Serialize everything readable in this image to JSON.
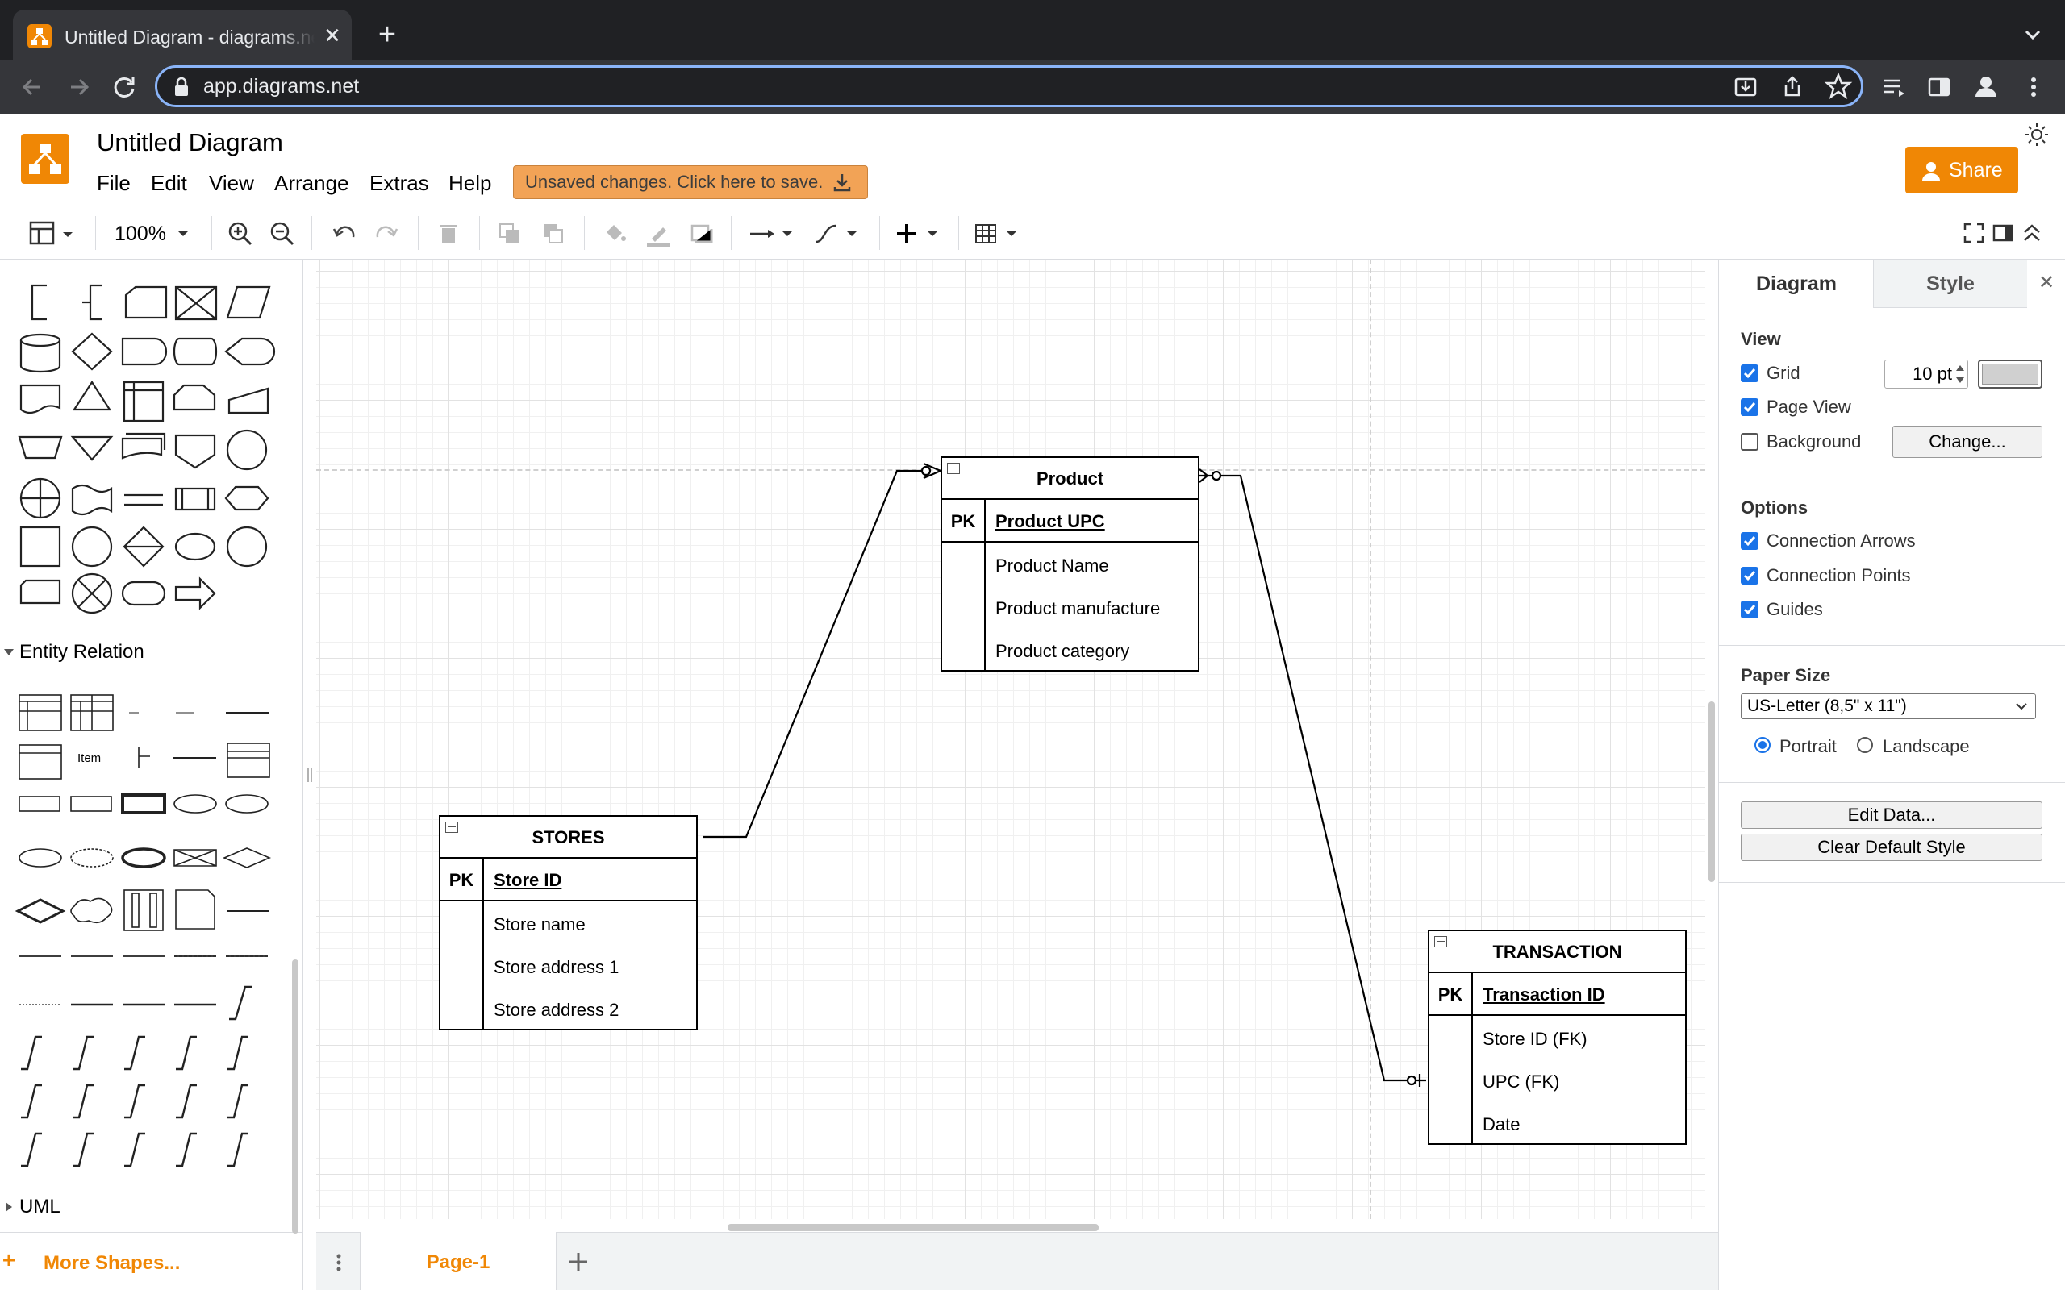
{
  "browser": {
    "tab_title": "Untitled Diagram - diagrams.net",
    "tab_close": "✕",
    "new_tab": "+",
    "url": "app.diagrams.net"
  },
  "app": {
    "doc_title": "Untitled Diagram",
    "menus": [
      "File",
      "Edit",
      "View",
      "Arrange",
      "Extras",
      "Help"
    ],
    "unsaved_notice": "Unsaved changes. Click here to save.",
    "share_label": "Share",
    "brand_color": "#f08705"
  },
  "toolbar": {
    "zoom": "100%"
  },
  "sidebar": {
    "sections": {
      "entity_relation": "Entity Relation",
      "uml": "UML"
    },
    "item_label": "Item",
    "more_shapes": "More Shapes..."
  },
  "diagram": {
    "entities": [
      {
        "title": "Product",
        "pk_label": "PK",
        "pk_field": "Product UPC",
        "attributes": [
          "Product Name",
          "Product manufacture",
          "Product category"
        ]
      },
      {
        "title": "STORES",
        "pk_label": "PK",
        "pk_field": "Store ID",
        "attributes": [
          "Store name",
          "Store address 1",
          "Store address 2"
        ]
      },
      {
        "title": "TRANSACTION",
        "pk_label": "PK",
        "pk_field": "Transaction ID",
        "attributes": [
          "Store ID (FK)",
          "UPC (FK)",
          "Date"
        ]
      }
    ]
  },
  "format_panel": {
    "tabs": [
      "Diagram",
      "Style"
    ],
    "close": "✕",
    "view": {
      "heading": "View",
      "grid_label": "Grid",
      "grid_checked": true,
      "grid_size": "10 pt",
      "page_view_label": "Page View",
      "page_view_checked": true,
      "background_label": "Background",
      "background_checked": false,
      "change_button": "Change..."
    },
    "options": {
      "heading": "Options",
      "connection_arrows": "Connection Arrows",
      "connection_points": "Connection Points",
      "guides": "Guides"
    },
    "paper": {
      "heading": "Paper Size",
      "selected": "US-Letter (8,5\" x 11\")",
      "portrait": "Portrait",
      "landscape": "Landscape",
      "orientation": "Portrait"
    },
    "edit_data_button": "Edit Data...",
    "clear_style_button": "Clear Default Style"
  },
  "pages": {
    "current": "Page-1"
  }
}
